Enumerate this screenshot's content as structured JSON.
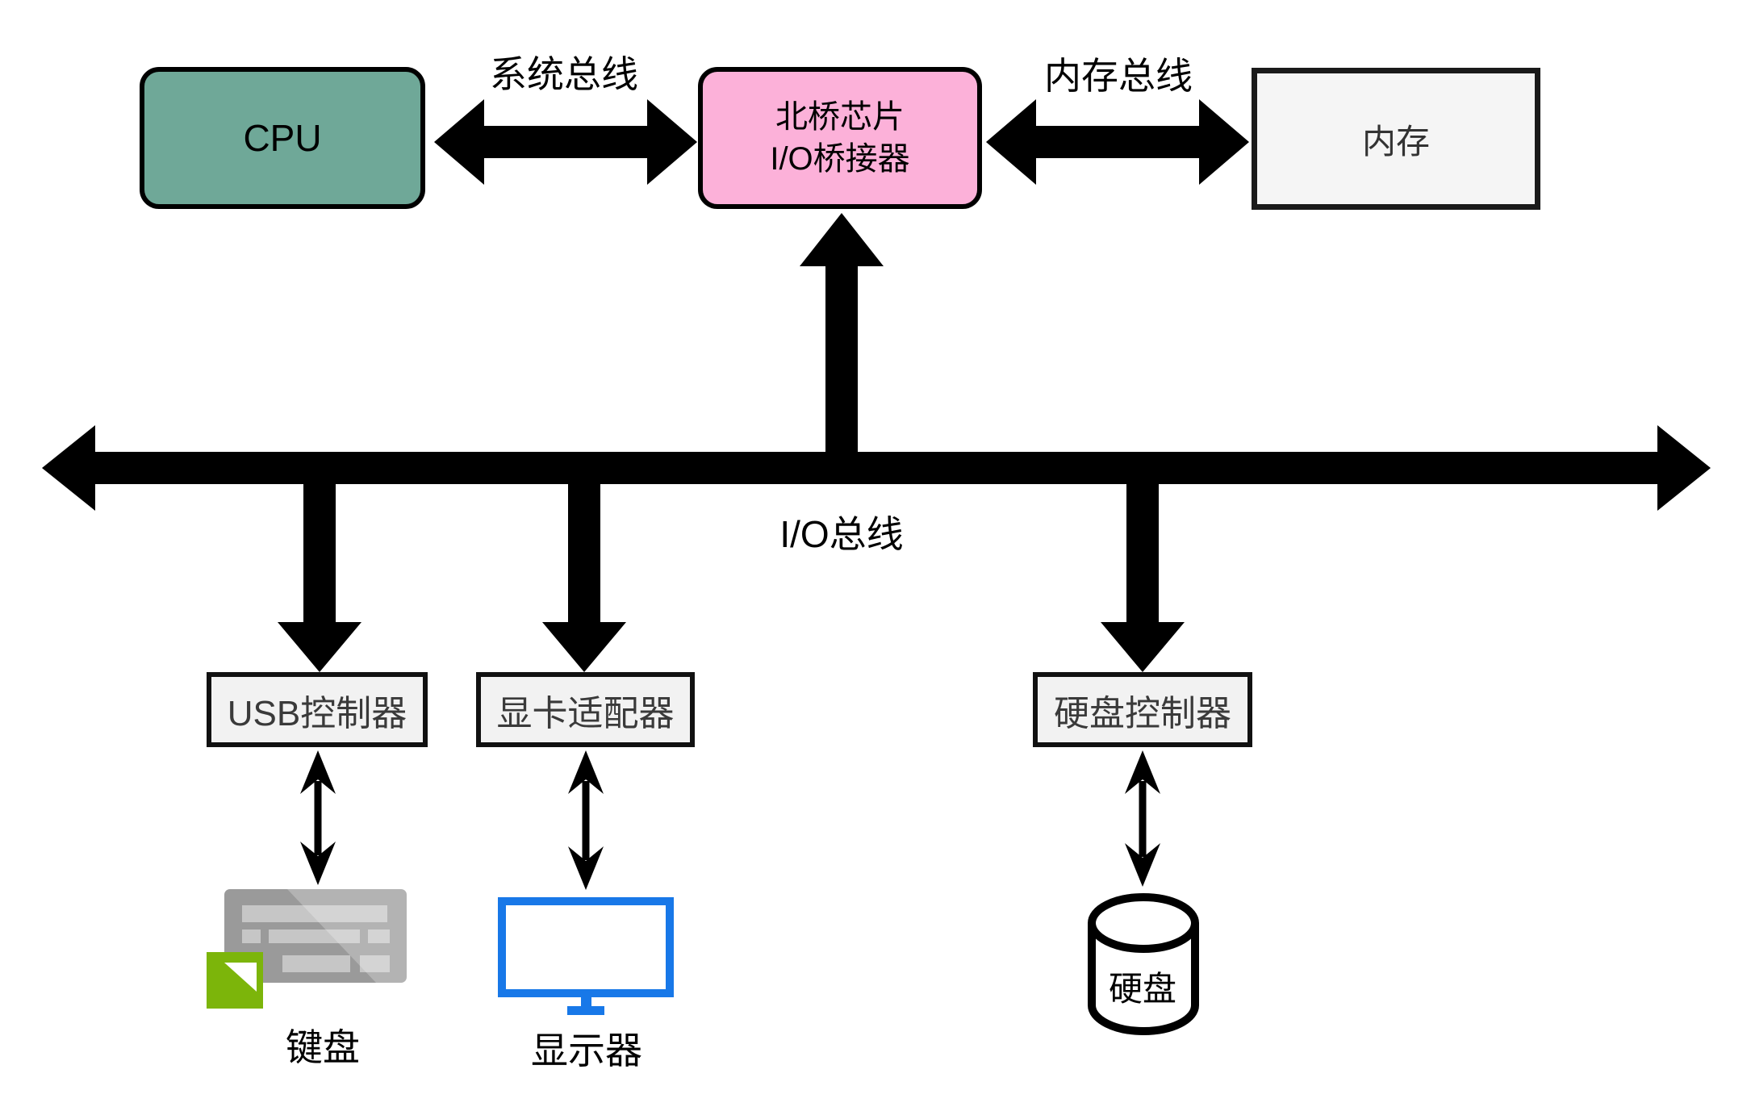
{
  "diagram_title": "computer-hardware-bus-architecture",
  "nodes": {
    "cpu": {
      "label": "CPU"
    },
    "northbridge": {
      "line1": "北桥芯片",
      "line2": "I/O桥接器"
    },
    "memory": {
      "label": "内存"
    },
    "usb_controller": {
      "label": "USB控制器"
    },
    "graphics_adapter": {
      "label": "显卡适配器"
    },
    "disk_controller": {
      "label": "硬盘控制器"
    }
  },
  "bus_labels": {
    "system_bus": "系统总线",
    "memory_bus": "内存总线",
    "io_bus": "I/O总线"
  },
  "peripherals": {
    "keyboard": {
      "label": "键盘"
    },
    "monitor": {
      "label": "显示器"
    },
    "hard_disk": {
      "label": "硬盘"
    }
  },
  "colors": {
    "cpu_fill": "#6FA898",
    "northbridge_fill": "#FCB1D9",
    "memory_fill": "#F5F5F5",
    "controller_fill": "#F2F2F2",
    "arrow_black": "#000000",
    "monitor_blue": "#1878E8",
    "keyboard_body_gray": "#9A9A9A",
    "keyboard_key_gray": "#C6C6C6",
    "keyboard_green_square": "#7CB50A"
  }
}
